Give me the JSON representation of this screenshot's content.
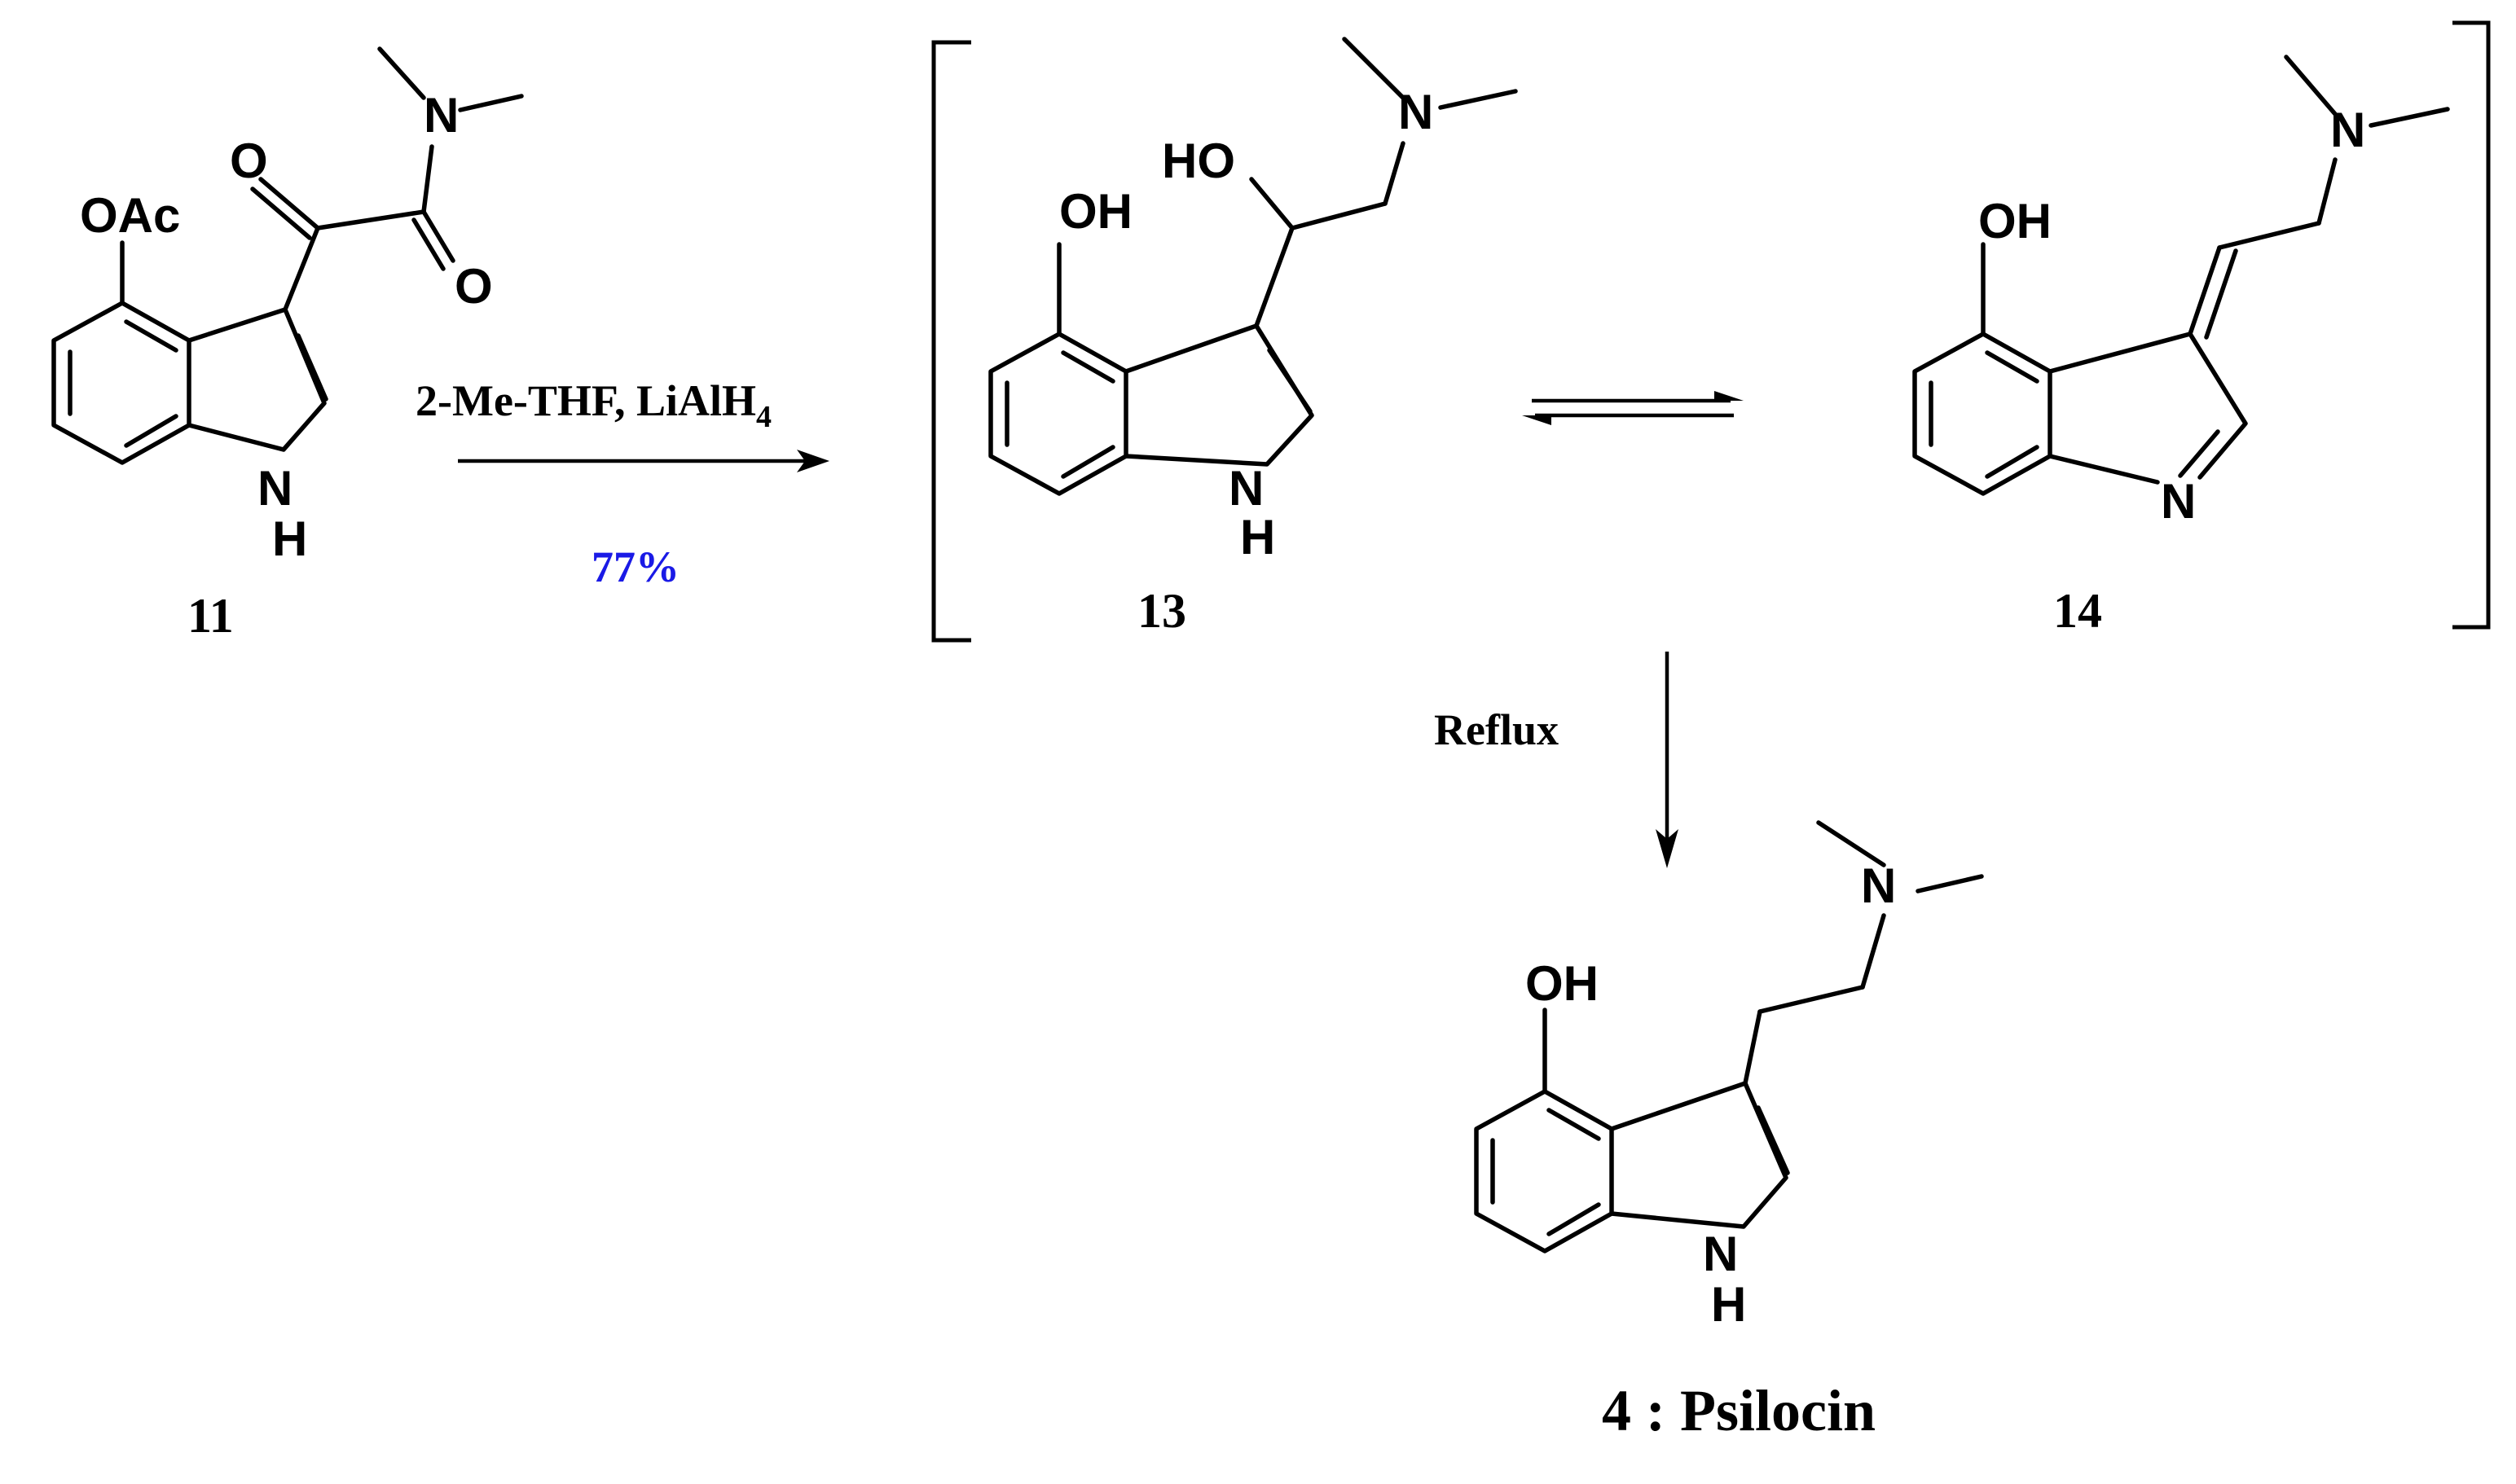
{
  "colors": {
    "ink": "#000000",
    "yield": "#1a1ae6"
  },
  "compounds": {
    "c11": {
      "label": "11",
      "substituent_oac": "OAc",
      "nh_n": "N",
      "nh_h": "H",
      "n_amine": "N",
      "o_keto": "O",
      "o_amide": "O"
    },
    "c13": {
      "label": "13",
      "oh": "OH",
      "ho": "HO",
      "nh_n": "N",
      "nh_h": "H",
      "n_amine": "N"
    },
    "c14": {
      "label": "14",
      "oh": "OH",
      "n_ring": "N",
      "n_amine": "N"
    },
    "c4": {
      "label": "4 : Psilocin",
      "oh": "OH",
      "nh_n": "N",
      "nh_h": "H",
      "n_amine": "N"
    }
  },
  "reaction": {
    "step1": {
      "reagents_main": "2-Me-THF, LiAlH",
      "reagents_subscript": "4",
      "yield": "77%"
    },
    "step2": {
      "condition": "Reflux"
    }
  },
  "icons": {
    "forward_arrow": "right-arrow-icon",
    "equilibrium_arrows": "equilibrium-arrows-icon",
    "down_arrow": "down-arrow-icon",
    "intermediate_brackets": "square-brackets-icon"
  }
}
